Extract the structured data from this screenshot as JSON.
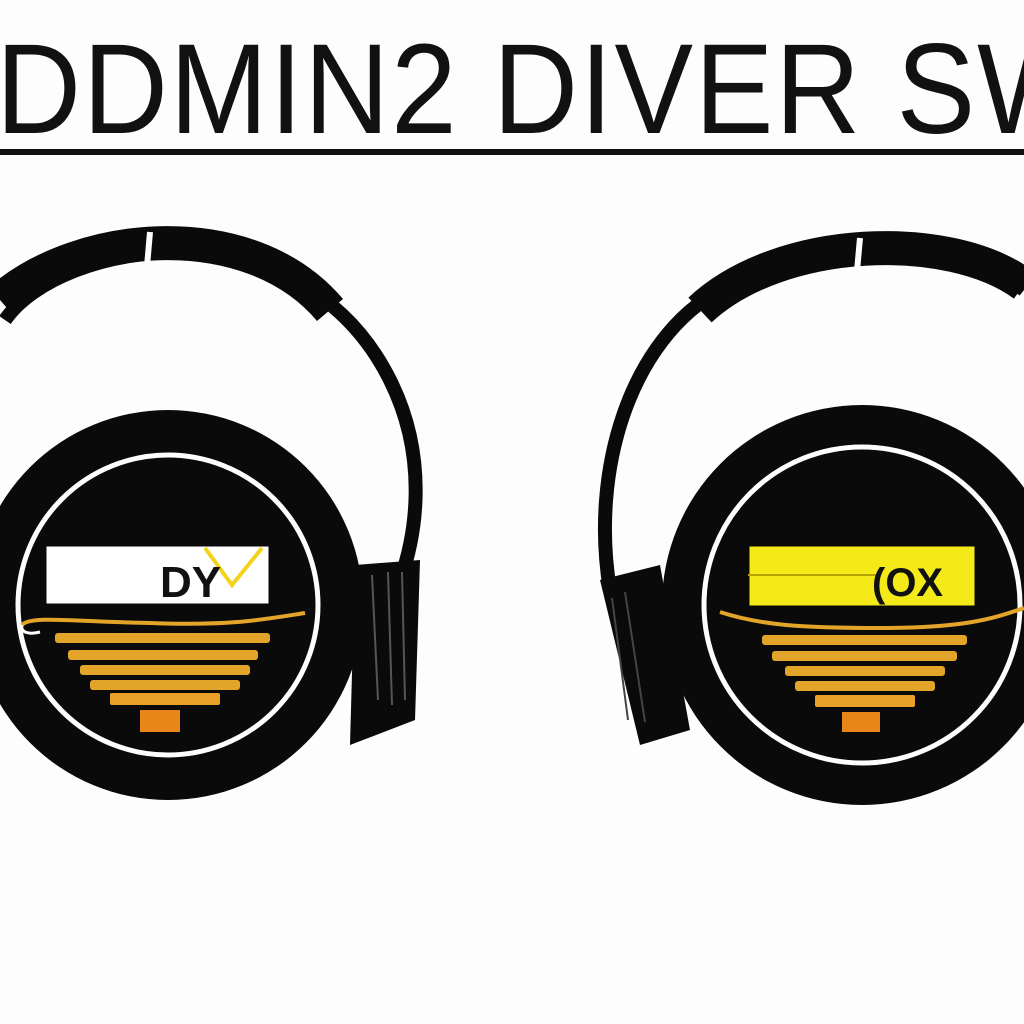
{
  "header": {
    "title": "DDMIN2 DIVER SW"
  },
  "units": [
    {
      "display_text": "DY",
      "display_color": "#ffffff",
      "accent_color": "#f2d21b",
      "icon": "headphones-icon"
    },
    {
      "display_text": "(OX",
      "display_color": "#f4ea1a",
      "accent_color": "#e6b020",
      "icon": "headphones-icon"
    }
  ],
  "colors": {
    "ink": "#0a0a0a",
    "background": "#fdfdfd",
    "bar_gold": "#e2a52a",
    "bar_orange": "#e8861a"
  }
}
